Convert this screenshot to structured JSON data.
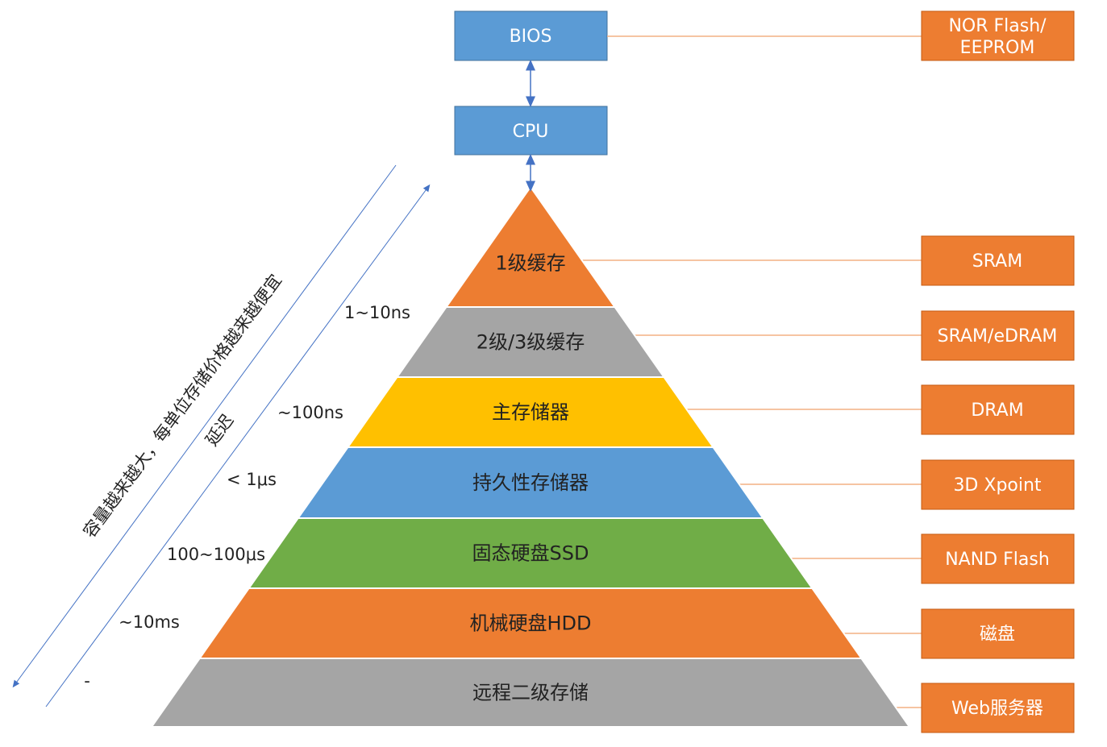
{
  "top_boxes": {
    "bios": "BIOS",
    "cpu": "CPU"
  },
  "pyramid": [
    {
      "label": "1级缓存",
      "latency": "",
      "tech": "SRAM",
      "color": "#ED7D31"
    },
    {
      "label": "2级/3级缓存",
      "latency": "1~10ns",
      "tech": "SRAM/eDRAM",
      "color": "#A5A5A5"
    },
    {
      "label": "主存储器",
      "latency": "~100ns",
      "tech": "DRAM",
      "color": "#FFC000"
    },
    {
      "label": "持久性存储器",
      "latency": "< 1μs",
      "tech": "3D Xpoint",
      "color": "#5B9BD5"
    },
    {
      "label": "固态硬盘SSD",
      "latency": "100~100μs",
      "tech": "NAND Flash",
      "color": "#70AD47"
    },
    {
      "label": "机械硬盘HDD",
      "latency": "~10ms",
      "tech": "磁盘",
      "color": "#ED7D31"
    },
    {
      "label": "远程二级存储",
      "latency": "-",
      "tech": "Web服务器",
      "color": "#A5A5A5"
    }
  ],
  "right_top_box": {
    "label_line1": "NOR Flash/",
    "label_line2": "EEPROM"
  },
  "axis": {
    "capacity_label": "容量越来越大，每单位存储价格越来越便宜",
    "latency_label": "延迟"
  },
  "colors": {
    "blue_box": "#5B9BD5",
    "orange_box": "#ED7D31",
    "connector": "#F4B183",
    "arrow": "#4472C4"
  }
}
